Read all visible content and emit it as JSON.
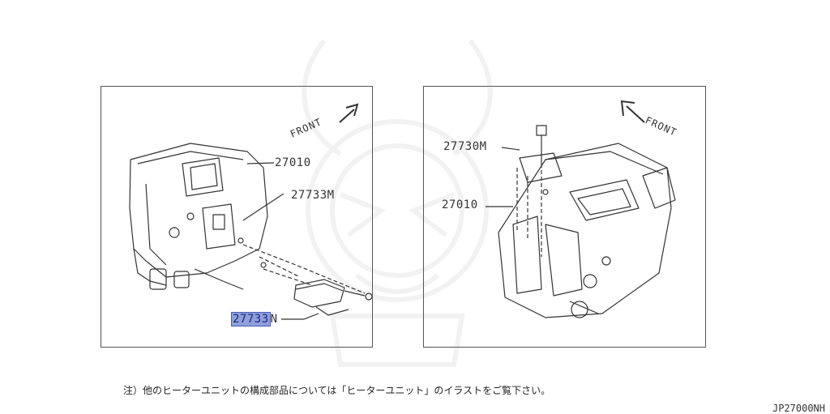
{
  "left_panel": {
    "front": "FRONT",
    "labels": {
      "heater_unit": "27010",
      "actuator": "27733M",
      "part_prefix": "27733",
      "part_suffix": "N"
    }
  },
  "right_panel": {
    "front": "FRONT",
    "labels": {
      "actuator": "27730M",
      "heater_unit": "27010"
    }
  },
  "footer": {
    "note": "注）他のヒーターユニットの構成部品については「ヒーターユニット」のイラストをご覧下さい。",
    "code": "JP27000NH"
  },
  "colors": {
    "highlight": "#8f9fdc",
    "line": "#333333"
  },
  "icons": [
    "front-arrow-icon",
    "watermark-crest"
  ]
}
